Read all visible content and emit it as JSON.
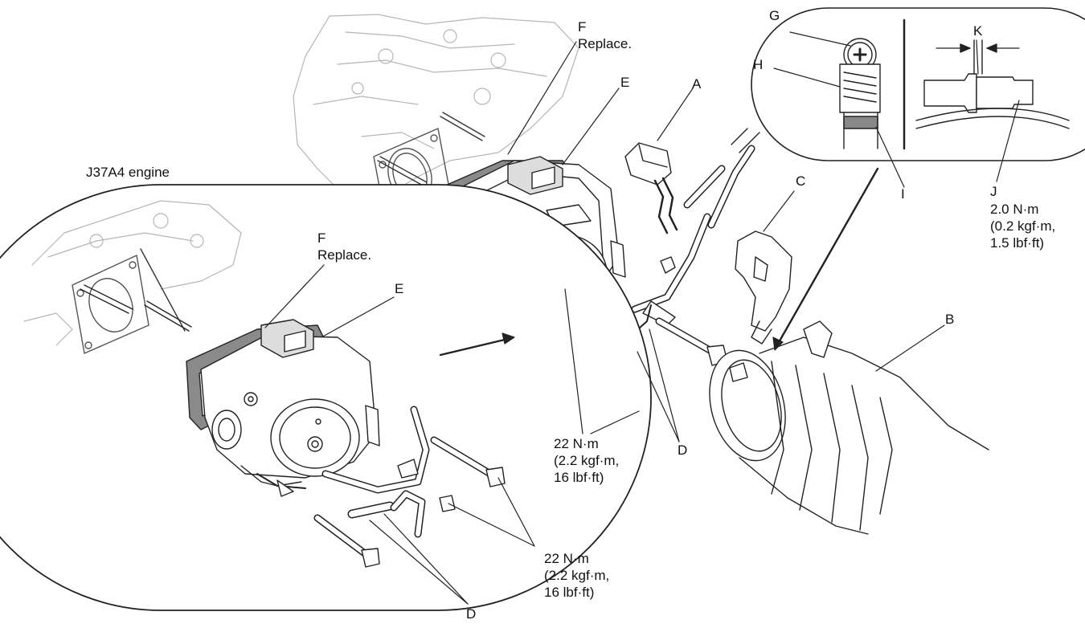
{
  "labels": {
    "A": "A",
    "B": "B",
    "C": "C",
    "D_main": "D",
    "D_inset": "D",
    "E_main": "E",
    "E_inset": "E",
    "F_main": "F",
    "F_inset": "F",
    "G": "G",
    "H": "H",
    "I": "I",
    "J": "J",
    "K": "K"
  },
  "notes": {
    "replace_main": "Replace.",
    "replace_inset": "Replace.",
    "engine_variant": "J37A4 engine"
  },
  "torque_specs": {
    "throttle_body_main": [
      "22 N·m",
      "(2.2 kgf·m,",
      "16 lbf·ft)"
    ],
    "throttle_body_inset": [
      "22 N·m",
      "(2.2 kgf·m,",
      "16 lbf·ft)"
    ],
    "clamp": [
      "2.0 N·m",
      "(0.2 kgf·m,",
      "1.5 lbf·ft)"
    ]
  }
}
